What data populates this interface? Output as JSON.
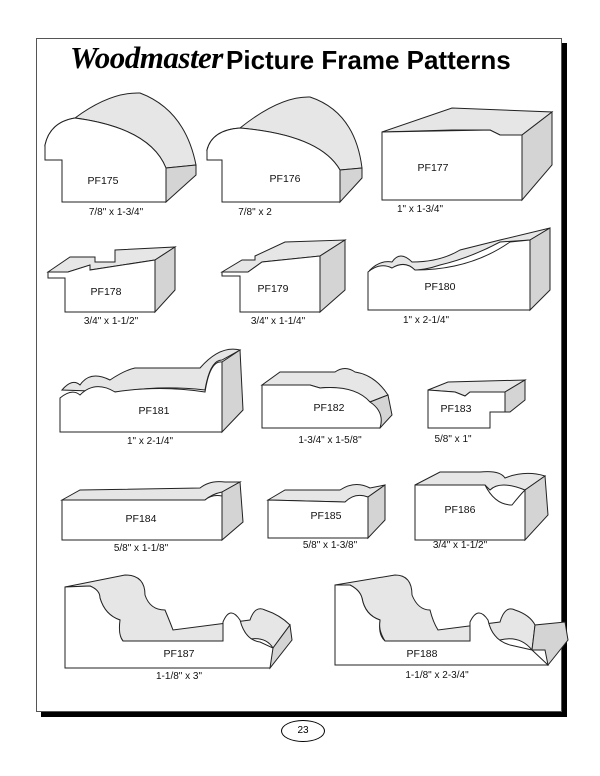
{
  "header": {
    "brand": "Woodmaster",
    "title": "Picture Frame Patterns"
  },
  "patterns": [
    {
      "code": "PF175",
      "size": "7/8\" x 1-3/4\""
    },
    {
      "code": "PF176",
      "size": "7/8\" x 2"
    },
    {
      "code": "PF177",
      "size": "1\" x 1-3/4\""
    },
    {
      "code": "PF178",
      "size": "3/4\" x 1-1/2\""
    },
    {
      "code": "PF179",
      "size": "3/4\" x 1-1/4\""
    },
    {
      "code": "PF180",
      "size": "1\" x 2-1/4\""
    },
    {
      "code": "PF181",
      "size": "1\" x 2-1/4\""
    },
    {
      "code": "PF182",
      "size": "1-3/4\" x 1-5/8\""
    },
    {
      "code": "PF183",
      "size": "5/8\" x 1\""
    },
    {
      "code": "PF184",
      "size": "5/8\" x 1-1/8\""
    },
    {
      "code": "PF185",
      "size": "5/8\" x 1-3/8\""
    },
    {
      "code": "PF186",
      "size": "3/4\" x 1-1/2\""
    },
    {
      "code": "PF187",
      "size": "1-1/8\" x 3\""
    },
    {
      "code": "PF188",
      "size": "1-1/8\" x 2-3/4\""
    }
  ],
  "footer": {
    "page_number": "23"
  }
}
